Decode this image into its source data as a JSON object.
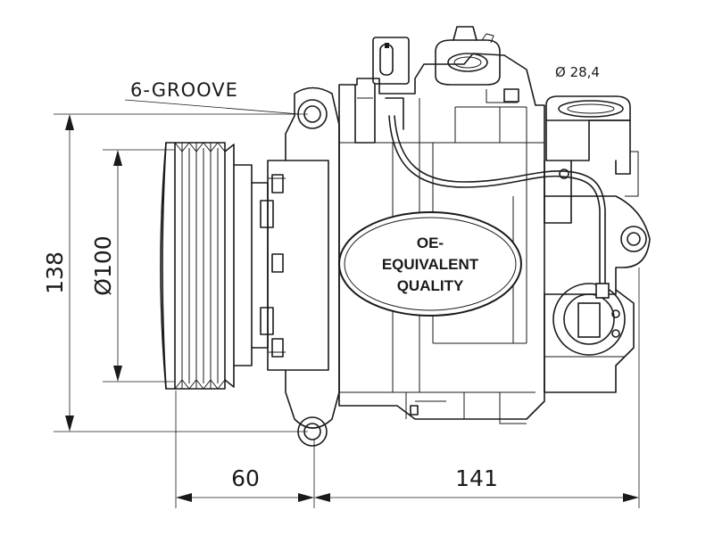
{
  "labels": {
    "groove": "6-GROOVE",
    "port_diameter": "Ø 28,4"
  },
  "dimensions": {
    "height": "138",
    "pulley_diameter": "Ø100",
    "pulley_offset": "60",
    "body_length": "141"
  },
  "badge": {
    "line1": "OE-",
    "line2": "EQUIVALENT",
    "line3": "QUALITY"
  }
}
